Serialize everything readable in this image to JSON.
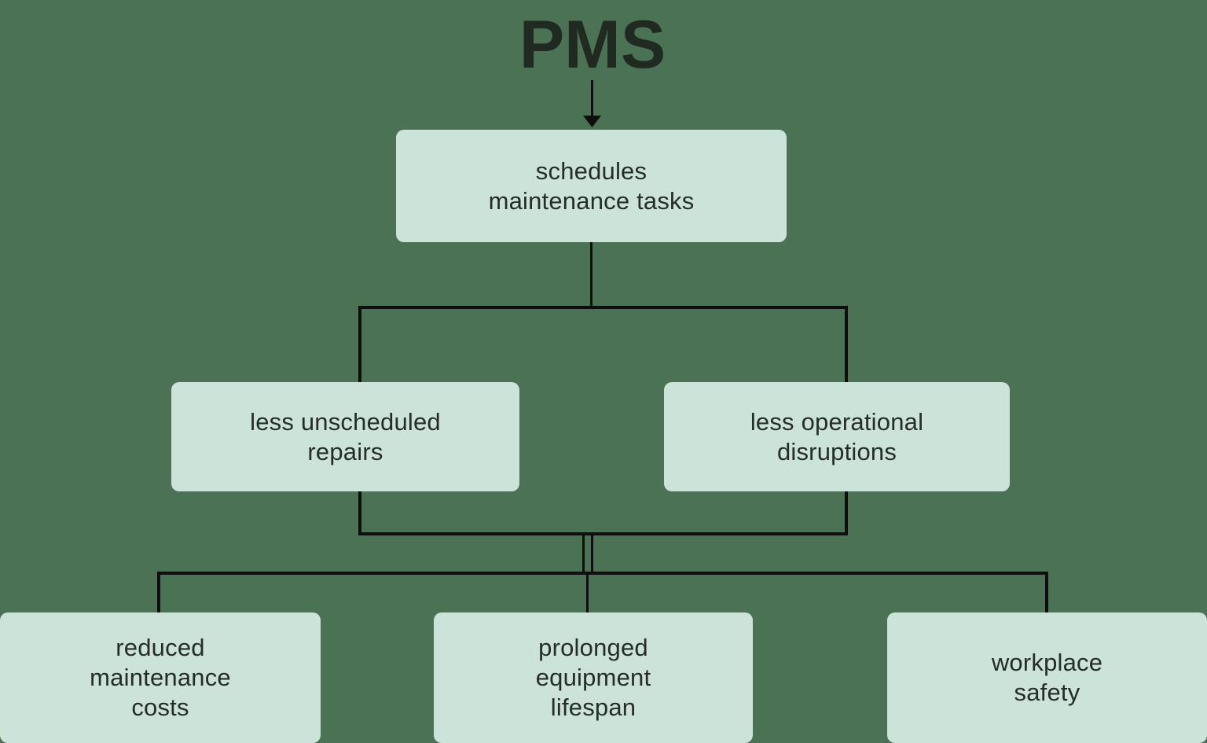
{
  "diagram": {
    "title": "PMS",
    "nodes": [
      {
        "id": "pms",
        "label": "PMS",
        "role": "root-title"
      },
      {
        "id": "schedules-maintenance-tasks",
        "label": "schedules\nmaintenance tasks",
        "level": 1
      },
      {
        "id": "less-unscheduled-repairs",
        "label": "less unscheduled\nrepairs",
        "level": 2
      },
      {
        "id": "less-operational-disruptions",
        "label": "less operational\ndisruptions",
        "level": 2
      },
      {
        "id": "reduced-maintenance-costs",
        "label": "reduced\nmaintenance\ncosts",
        "level": 3
      },
      {
        "id": "prolonged-equipment-lifespan",
        "label": "prolonged\nequipment\nlifespan",
        "level": 3
      },
      {
        "id": "workplace-safety",
        "label": "workplace\nsafety",
        "level": 3
      }
    ],
    "edges": [
      {
        "from": "pms",
        "to": "schedules-maintenance-tasks",
        "style": "arrow"
      },
      {
        "from": "schedules-maintenance-tasks",
        "to": "less-unscheduled-repairs",
        "style": "elbow-line"
      },
      {
        "from": "schedules-maintenance-tasks",
        "to": "less-operational-disruptions",
        "style": "elbow-line"
      },
      {
        "from": [
          "less-unscheduled-repairs",
          "less-operational-disruptions"
        ],
        "to": [
          "reduced-maintenance-costs",
          "prolonged-equipment-lifespan",
          "workplace-safety"
        ],
        "style": "merged-bus"
      }
    ]
  },
  "colors": {
    "background": "#4b7254",
    "box_fill": "#cbe3d9",
    "box_text": "#262d27",
    "title_text": "#212a21",
    "line": "#0e0e0e"
  }
}
